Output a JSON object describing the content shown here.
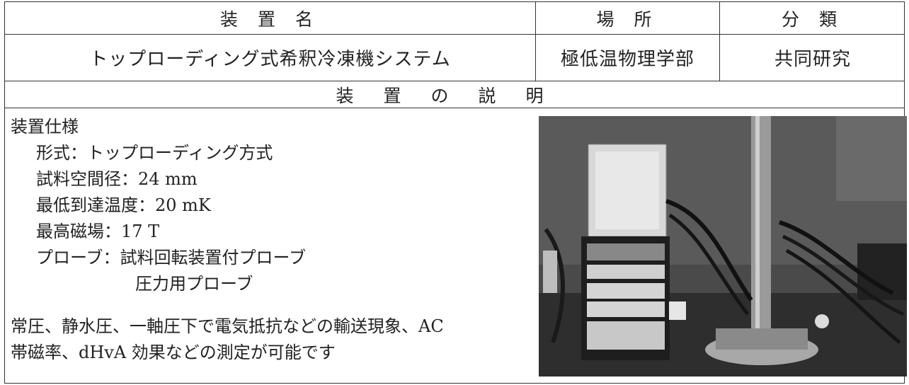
{
  "header": {
    "device_name_label": "装 置 名",
    "location_label": "場 所",
    "category_label": "分 類"
  },
  "record": {
    "device_name": "トップローディング式希釈冷凍機システム",
    "location": "極低温物理学部",
    "category": "共同研究"
  },
  "description_title": "装置の説明",
  "spec": {
    "title": "装置仕様",
    "lines": [
      "形式：トップローディング方式",
      "試料空間径：24 mm",
      "最低到達温度：20 mK",
      "最高磁場：17 T",
      "プローブ：試料回転装置付プローブ",
      "圧力用プローブ"
    ]
  },
  "note": {
    "lines": [
      "常圧、静水圧、一軸圧下で電気抵抗などの輸送現象、AC",
      "帯磁率、dHvA 効果などの測定が可能です"
    ]
  }
}
